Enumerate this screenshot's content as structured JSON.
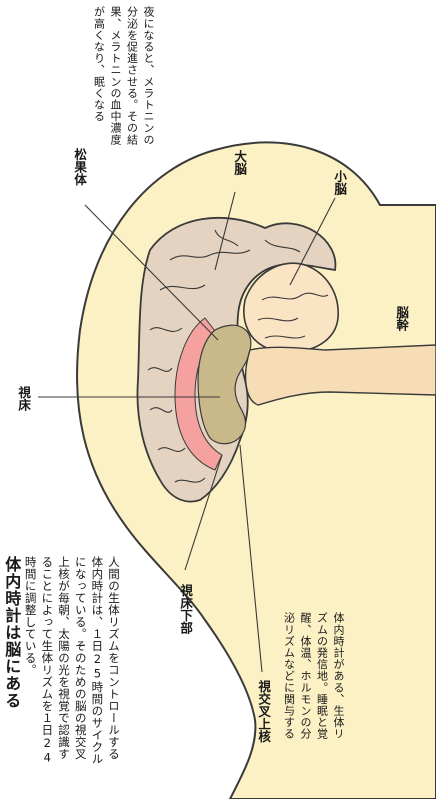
{
  "heading": "体内時計は脳にある",
  "intro": [
    "人間の生体リズムをコントロールする",
    "体内時計は、１日25時間のサイクル",
    "になっている。そのための脳の視交叉",
    "上核が毎朝、太陽の光を視覚で認識す",
    "ることによって生体リズムを１日24",
    "時間に調整している。"
  ],
  "labels": {
    "pineal": "松果体",
    "pineal_desc": [
      "夜になると、メラトニンの",
      "分泌を促進させる。その結",
      "果、メラトニンの血中濃度",
      "が高くなり、眠くなる"
    ],
    "cerebrum": "大脳",
    "cerebellum": "小脳",
    "brainstem": "脳幹",
    "thalamus": "視床",
    "hypothalamus": "視床下部",
    "scn": "視交叉上核",
    "scn_desc": [
      "体内時計がある、生体リ",
      "ズムの発信地。睡眠と覚",
      "醒、体温、ホルモンの分",
      "泌リズムなどに関与する"
    ]
  },
  "colors": {
    "head": "#fbf1c4",
    "outline": "#3a3a3a",
    "cerebrum": "#e3d3c0",
    "limbic": "#f4a1a0",
    "diencephalon": "#c9b98a",
    "cerebellum": "#fbe4c4",
    "cerebellum_shade": "#f0c4c0",
    "brainstem": "#f6ddb6"
  }
}
